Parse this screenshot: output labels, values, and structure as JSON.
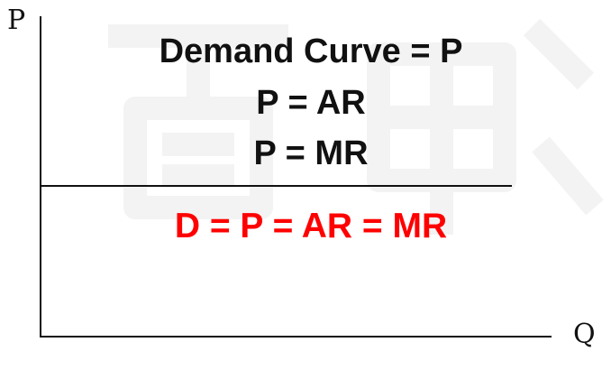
{
  "axes": {
    "y_label": "P",
    "x_label": "Q"
  },
  "equations": {
    "line1": "Demand Curve = P",
    "line2": "P = AR",
    "line3": "P = MR",
    "curve_label": "D = P = AR = MR"
  },
  "colors": {
    "text": "#111111",
    "curve_label": "#ff0000",
    "watermark": "#f2f2f2"
  }
}
